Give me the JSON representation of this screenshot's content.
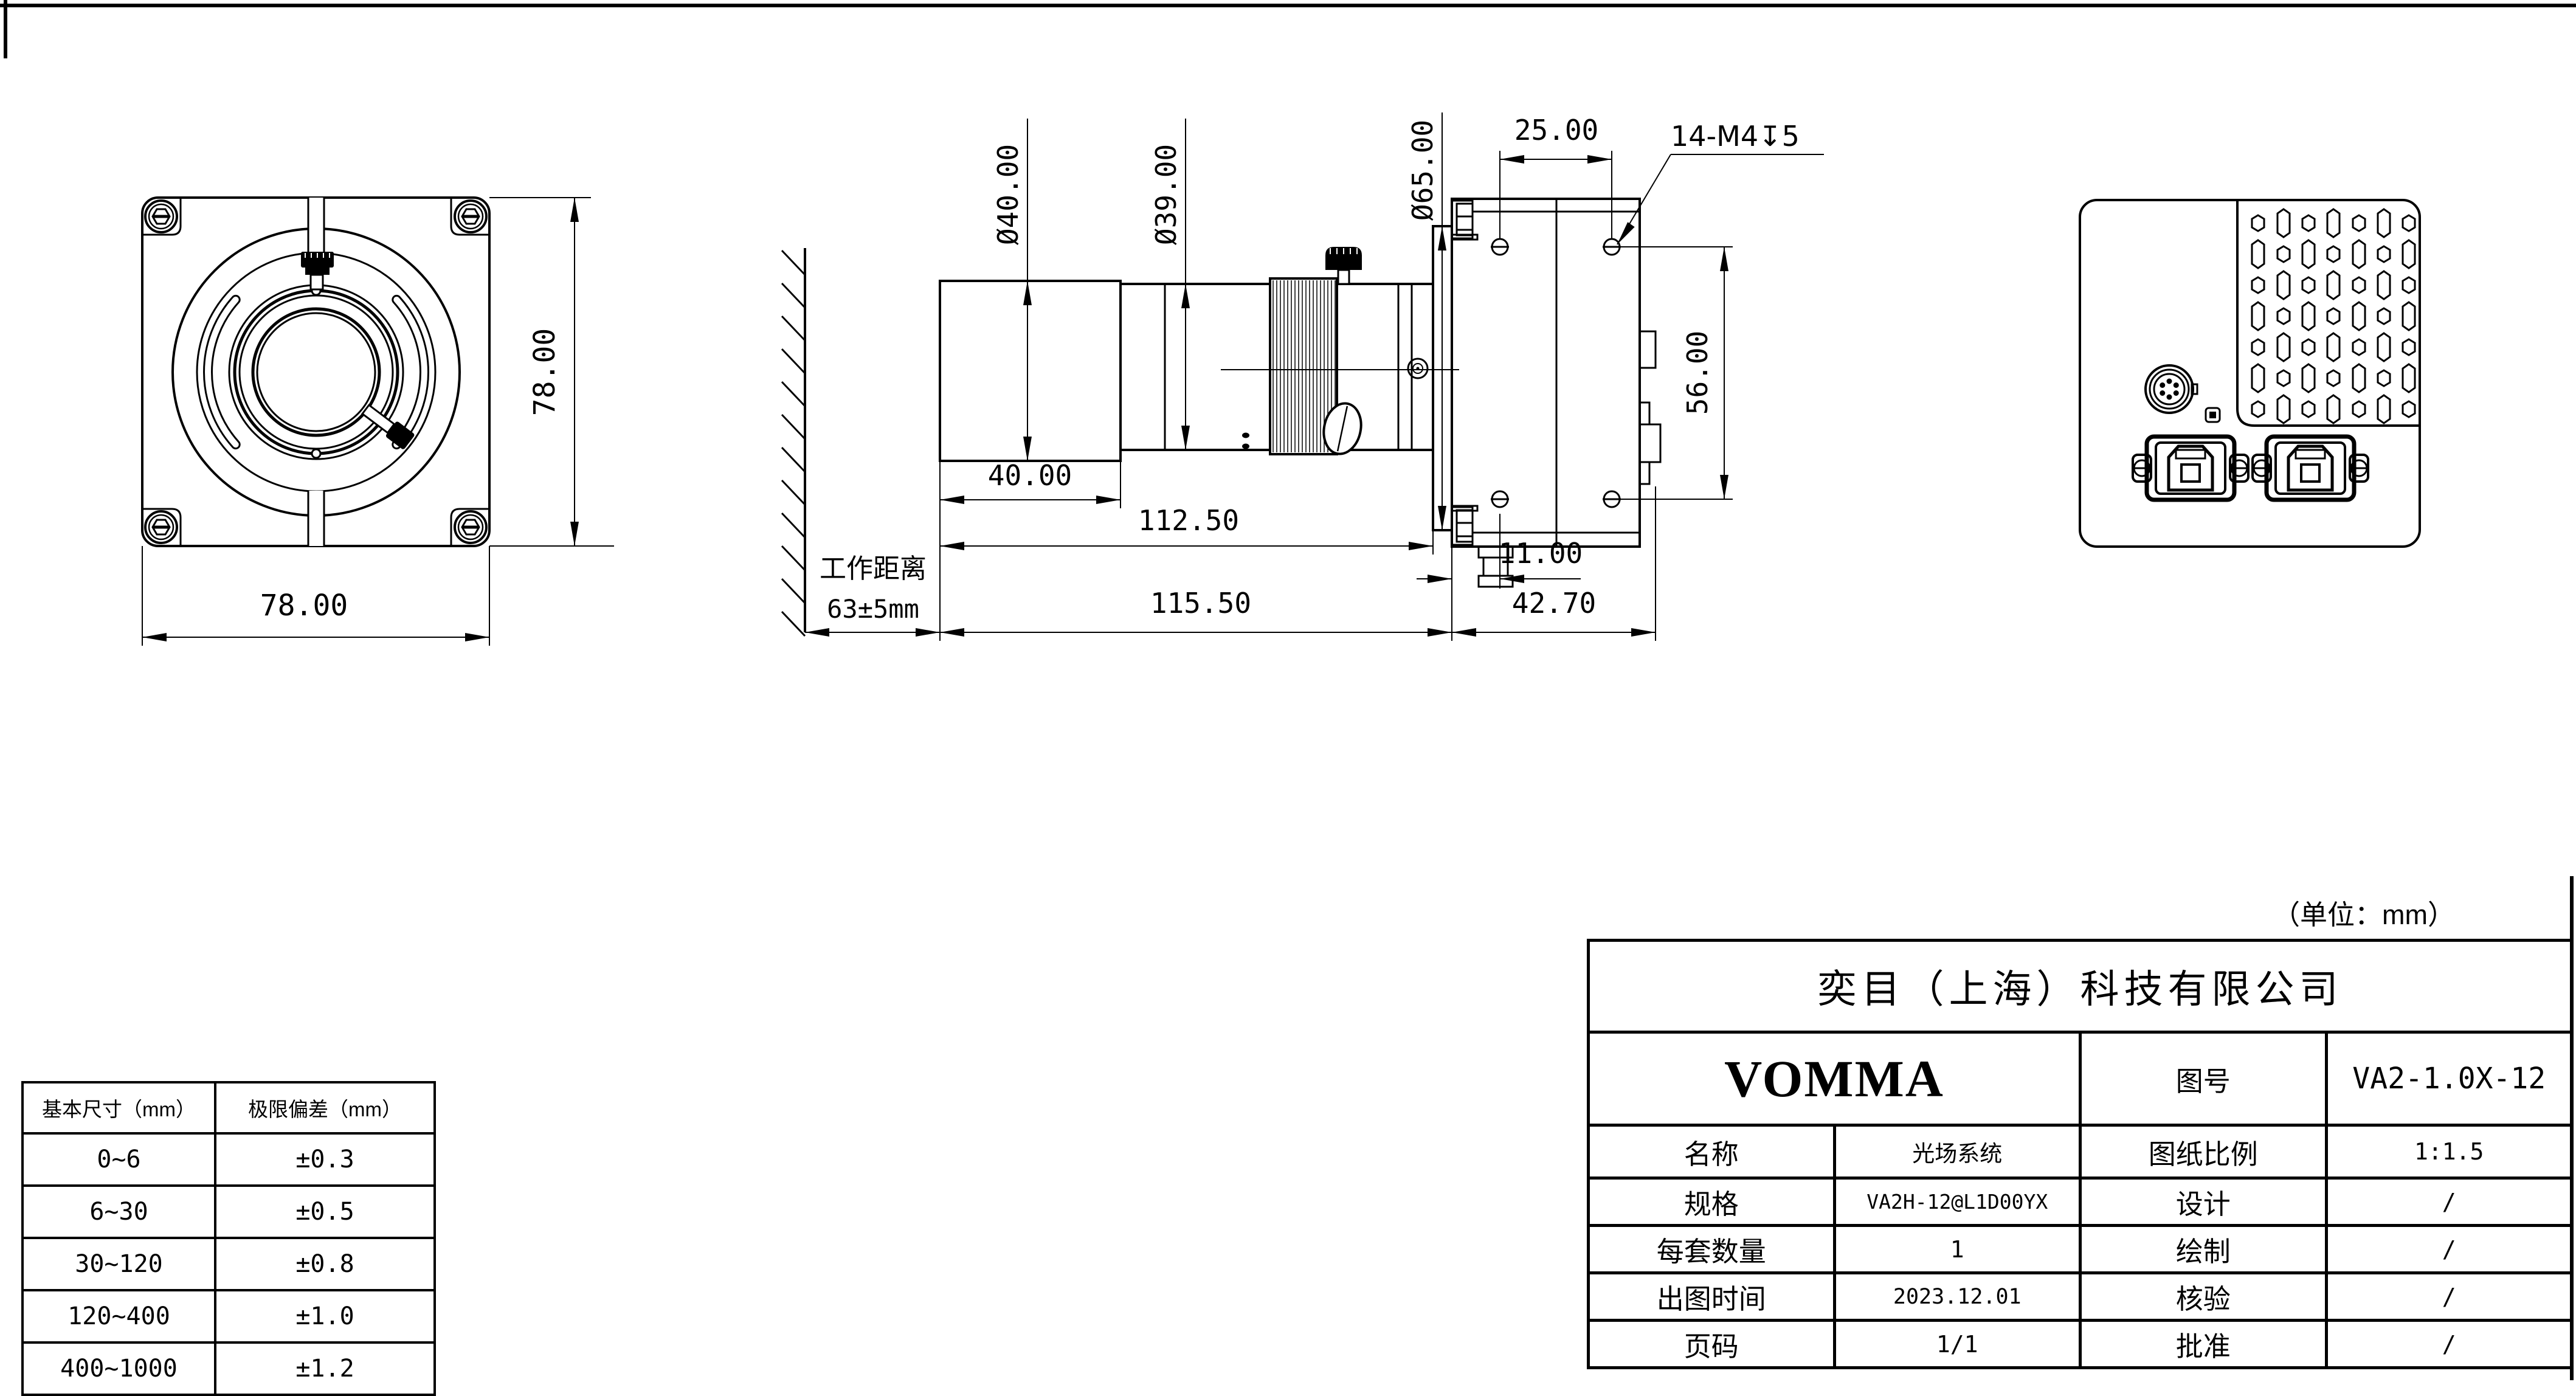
{
  "unit_note": "（单位：mm）",
  "front_view": {
    "dim_width": "78.00",
    "dim_height": "78.00"
  },
  "side_view": {
    "dia40": "Ø40.00",
    "dia39": "Ø39.00",
    "dia65": "Ø65.00",
    "dim25": "25.00",
    "thread_note": "14-M4↧5",
    "dim56": "56.00",
    "dim40": "40.00",
    "dim112": "112.50",
    "dim115": "115.50",
    "dim42": "42.70",
    "dim11": "11.00",
    "wd_label": "工作距离",
    "wd_value": "63±5mm"
  },
  "tolerance_table": {
    "headers": [
      "基本尺寸（mm）",
      "极限偏差（mm）"
    ],
    "rows": [
      [
        "0~6",
        "±0.3"
      ],
      [
        "6~30",
        "±0.5"
      ],
      [
        "30~120",
        "±0.8"
      ],
      [
        "120~400",
        "±1.0"
      ],
      [
        "400~1000",
        "±1.2"
      ]
    ]
  },
  "title_block": {
    "company": "奕目（上海）科技有限公司",
    "brand": "VOMMA",
    "drawing_no_label": "图号",
    "drawing_no": "VA2-1.0X-12",
    "name_label": "名称",
    "name": "光场系统",
    "scale_label": "图纸比例",
    "scale": "1:1.5",
    "spec_label": "规格",
    "spec": "VA2H-12@L1D00YX",
    "design_label": "设计",
    "design": "/",
    "qty_label": "每套数量",
    "qty": "1",
    "draw_label": "绘制",
    "draw": "/",
    "date_label": "出图时间",
    "date": "2023.12.01",
    "check_label": "核验",
    "check": "/",
    "page_label": "页码",
    "page": "1/1",
    "approve_label": "批准",
    "approve": "/"
  },
  "ink_color": "#000000"
}
